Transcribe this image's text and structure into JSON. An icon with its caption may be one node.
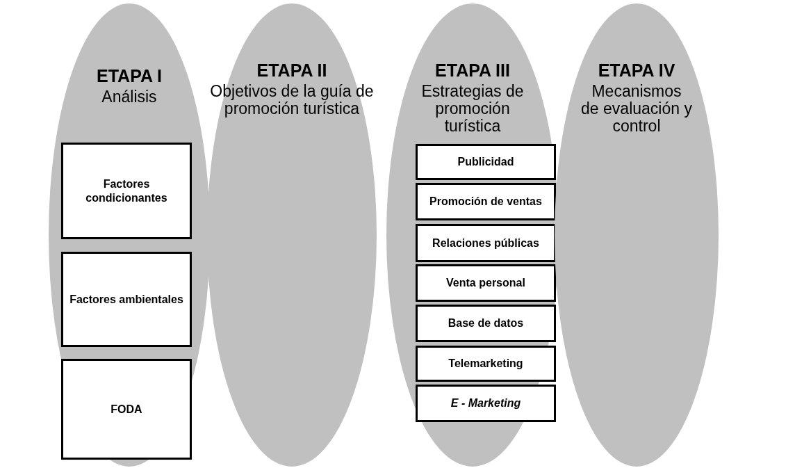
{
  "diagram": {
    "nodes": [
      {
        "text": [
          "ETAPA I",
          "Análisis"
        ]
      },
      {
        "text": [
          "Factores condicionantes"
        ],
        "in": 0
      },
      {
        "text": [
          "Factores ambientales"
        ],
        "in": 0
      },
      {
        "text": [
          "FODA"
        ],
        "in": 0
      },
      {
        "text": [
          "ETAPA II",
          "Objetivos de la guía de promoción turística"
        ]
      },
      {
        "text": [
          "ETAPA III",
          "Estrategias de promoción turística"
        ]
      },
      {
        "text": [
          "Publicidad"
        ],
        "in": 5
      },
      {
        "text": [
          "Promoción de ventas"
        ],
        "in": 5
      },
      {
        "text": [
          "Relaciones públicas"
        ],
        "in": 5
      },
      {
        "text": [
          "Venta personal"
        ],
        "in": 5
      },
      {
        "text": [
          "Base de datos"
        ],
        "in": 5
      },
      {
        "text": [
          "Telemarketing"
        ],
        "in": 5
      },
      {
        "text": [
          "E - Marketing"
        ],
        "in": 5
      },
      {
        "text": [
          "ETAPA IV",
          "Mecanismos de evaluación y control"
        ]
      }
    ],
    "edges": []
  }
}
